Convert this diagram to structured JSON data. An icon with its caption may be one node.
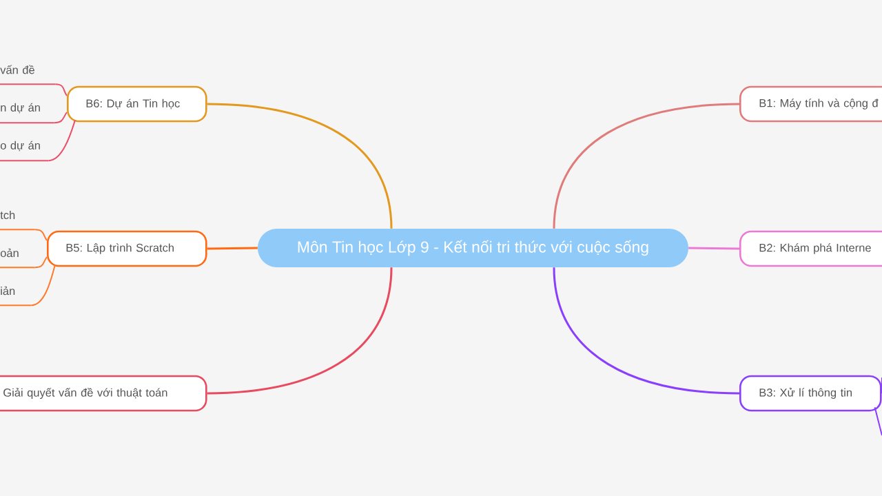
{
  "diagram": {
    "nodes": [
      {
        "text": [
          "Môn Tin học Lớp 9 - Kết nối tri thức với cuộc sống"
        ]
      },
      {
        "text": [
          "B1: Máy tính và cộng đ"
        ]
      },
      {
        "text": [
          "B2: Khám phá Interne"
        ]
      },
      {
        "text": [
          "B3: Xử lí thông tin"
        ]
      },
      {
        "text": [
          "B6: Dự án Tin học"
        ]
      },
      {
        "text": [
          "B5: Lập trình Scratch"
        ]
      },
      {
        "text": [
          "Giải quyết vấn đề với thuật toán"
        ]
      },
      {
        "text": [
          "vấn đề"
        ]
      },
      {
        "text": [
          "n dự án"
        ]
      },
      {
        "text": [
          "o dự án"
        ]
      },
      {
        "text": [
          "tch"
        ]
      },
      {
        "text": [
          "oản"
        ]
      },
      {
        "text": [
          "iản"
        ]
      }
    ],
    "edges": [
      {
        "from": 0,
        "to": 4,
        "arrow": "none",
        "color": "#e3981f"
      },
      {
        "from": 0,
        "to": 5,
        "arrow": "none",
        "color": "#ff6a13"
      },
      {
        "from": 0,
        "to": 6,
        "arrow": "none",
        "color": "#e84a5f"
      },
      {
        "from": 0,
        "to": 1,
        "arrow": "none",
        "color": "#e07b7b"
      },
      {
        "from": 0,
        "to": 2,
        "arrow": "none",
        "color": "#ec7ad5"
      },
      {
        "from": 0,
        "to": 3,
        "arrow": "none",
        "color": "#8a3ffc"
      },
      {
        "from": 4,
        "to": 7,
        "arrow": "none",
        "color": "#ea5068"
      },
      {
        "from": 4,
        "to": 8,
        "arrow": "none",
        "color": "#ea5068"
      },
      {
        "from": 4,
        "to": 9,
        "arrow": "none",
        "color": "#ea5068"
      },
      {
        "from": 5,
        "to": 10,
        "arrow": "none",
        "color": "#ff7a2a"
      },
      {
        "from": 5,
        "to": 11,
        "arrow": "none",
        "color": "#ff7a2a"
      },
      {
        "from": 5,
        "to": 12,
        "arrow": "none",
        "color": "#ff7a2a"
      },
      {
        "from": 3,
        "to": null,
        "arrow": "none",
        "color": "#8a3ffc"
      },
      {
        "from": 3,
        "to": null,
        "arrow": "none",
        "color": "#8a3ffc"
      }
    ]
  }
}
